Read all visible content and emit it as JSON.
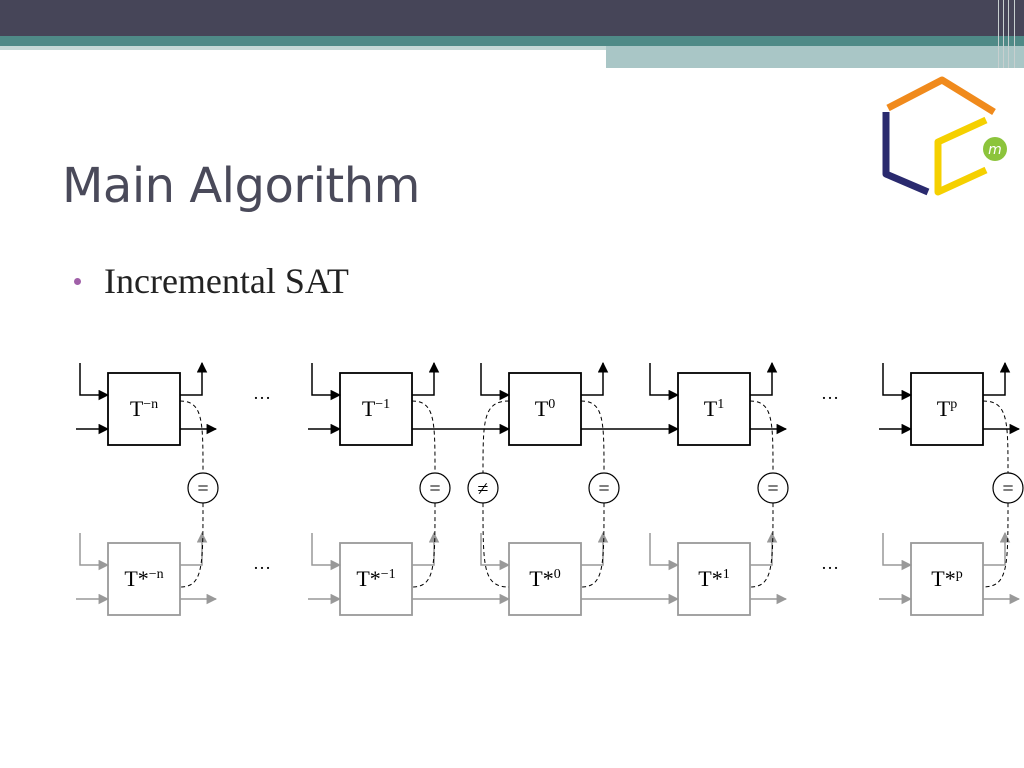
{
  "slide": {
    "title": "Main Algorithm",
    "bullets": [
      "Incremental SAT"
    ]
  },
  "logo": {
    "letter": "m"
  },
  "diagram": {
    "top_boxes": [
      {
        "base": "T",
        "sup": "−n"
      },
      {
        "base": "T",
        "sup": "−1"
      },
      {
        "base": "T",
        "sup": "0"
      },
      {
        "base": "T",
        "sup": "1"
      },
      {
        "base": "T",
        "sup": "p"
      }
    ],
    "bottom_boxes": [
      {
        "base": "T*",
        "sup": "−n"
      },
      {
        "base": "T*",
        "sup": "−1"
      },
      {
        "base": "T*",
        "sup": "0"
      },
      {
        "base": "T*",
        "sup": "1"
      },
      {
        "base": "T*",
        "sup": "p"
      }
    ],
    "comparators": [
      "=",
      "=",
      "≠",
      "=",
      "=",
      "="
    ],
    "ellipsis": "…"
  },
  "colors": {
    "topbar": "#464558",
    "teal": "#4f8a87",
    "bullet": "#a060a8",
    "logo_orange": "#f08a1c",
    "logo_navy": "#2a2a6e",
    "logo_yellow": "#f5d000",
    "logo_green": "#8cc43c",
    "top_row_stroke": "#000000",
    "bottom_row_stroke": "#999999"
  }
}
